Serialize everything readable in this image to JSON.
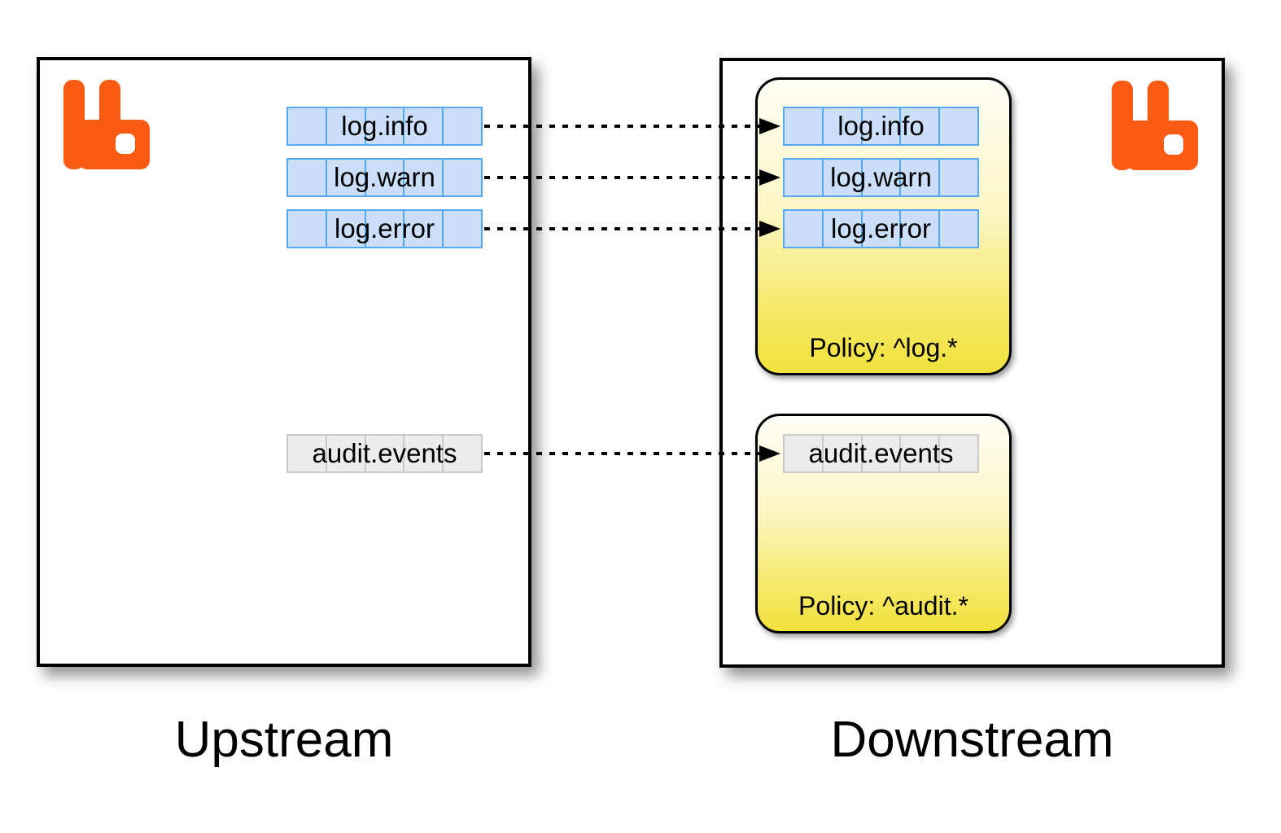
{
  "upstream": {
    "title": "Upstream",
    "queues": [
      {
        "name": "log.info",
        "style": "blue"
      },
      {
        "name": "log.warn",
        "style": "blue"
      },
      {
        "name": "log.error",
        "style": "blue"
      },
      {
        "name": "audit.events",
        "style": "gray"
      }
    ]
  },
  "downstream": {
    "title": "Downstream",
    "policies": [
      {
        "label": "Policy: ^log.*",
        "queues": [
          {
            "name": "log.info",
            "style": "blue"
          },
          {
            "name": "log.warn",
            "style": "blue"
          },
          {
            "name": "log.error",
            "style": "blue"
          }
        ]
      },
      {
        "label": "Policy: ^audit.*",
        "queues": [
          {
            "name": "audit.events",
            "style": "gray"
          }
        ]
      }
    ]
  },
  "connections": [
    {
      "from": "upstream log.info",
      "to": "downstream log.info",
      "line": "dotted-arrow"
    },
    {
      "from": "upstream log.warn",
      "to": "downstream log.warn",
      "line": "dotted-arrow"
    },
    {
      "from": "upstream log.error",
      "to": "downstream log.error",
      "line": "dotted-arrow"
    },
    {
      "from": "upstream audit.events",
      "to": "downstream audit.events",
      "line": "dotted-arrow"
    }
  ],
  "icons": {
    "upstream_logo": "rabbitmq-logo-icon",
    "downstream_logo": "rabbitmq-logo-icon"
  },
  "colors": {
    "brand_orange": "#F95B12",
    "queue_blue_fill": "#cbdffb",
    "queue_blue_border": "#54a9f2",
    "queue_gray_fill": "#ececec",
    "queue_gray_border": "#c9c9c9",
    "policy_yellow_top": "#fffef6",
    "policy_yellow_bottom": "#f1e13c",
    "line_color": "#000000"
  }
}
